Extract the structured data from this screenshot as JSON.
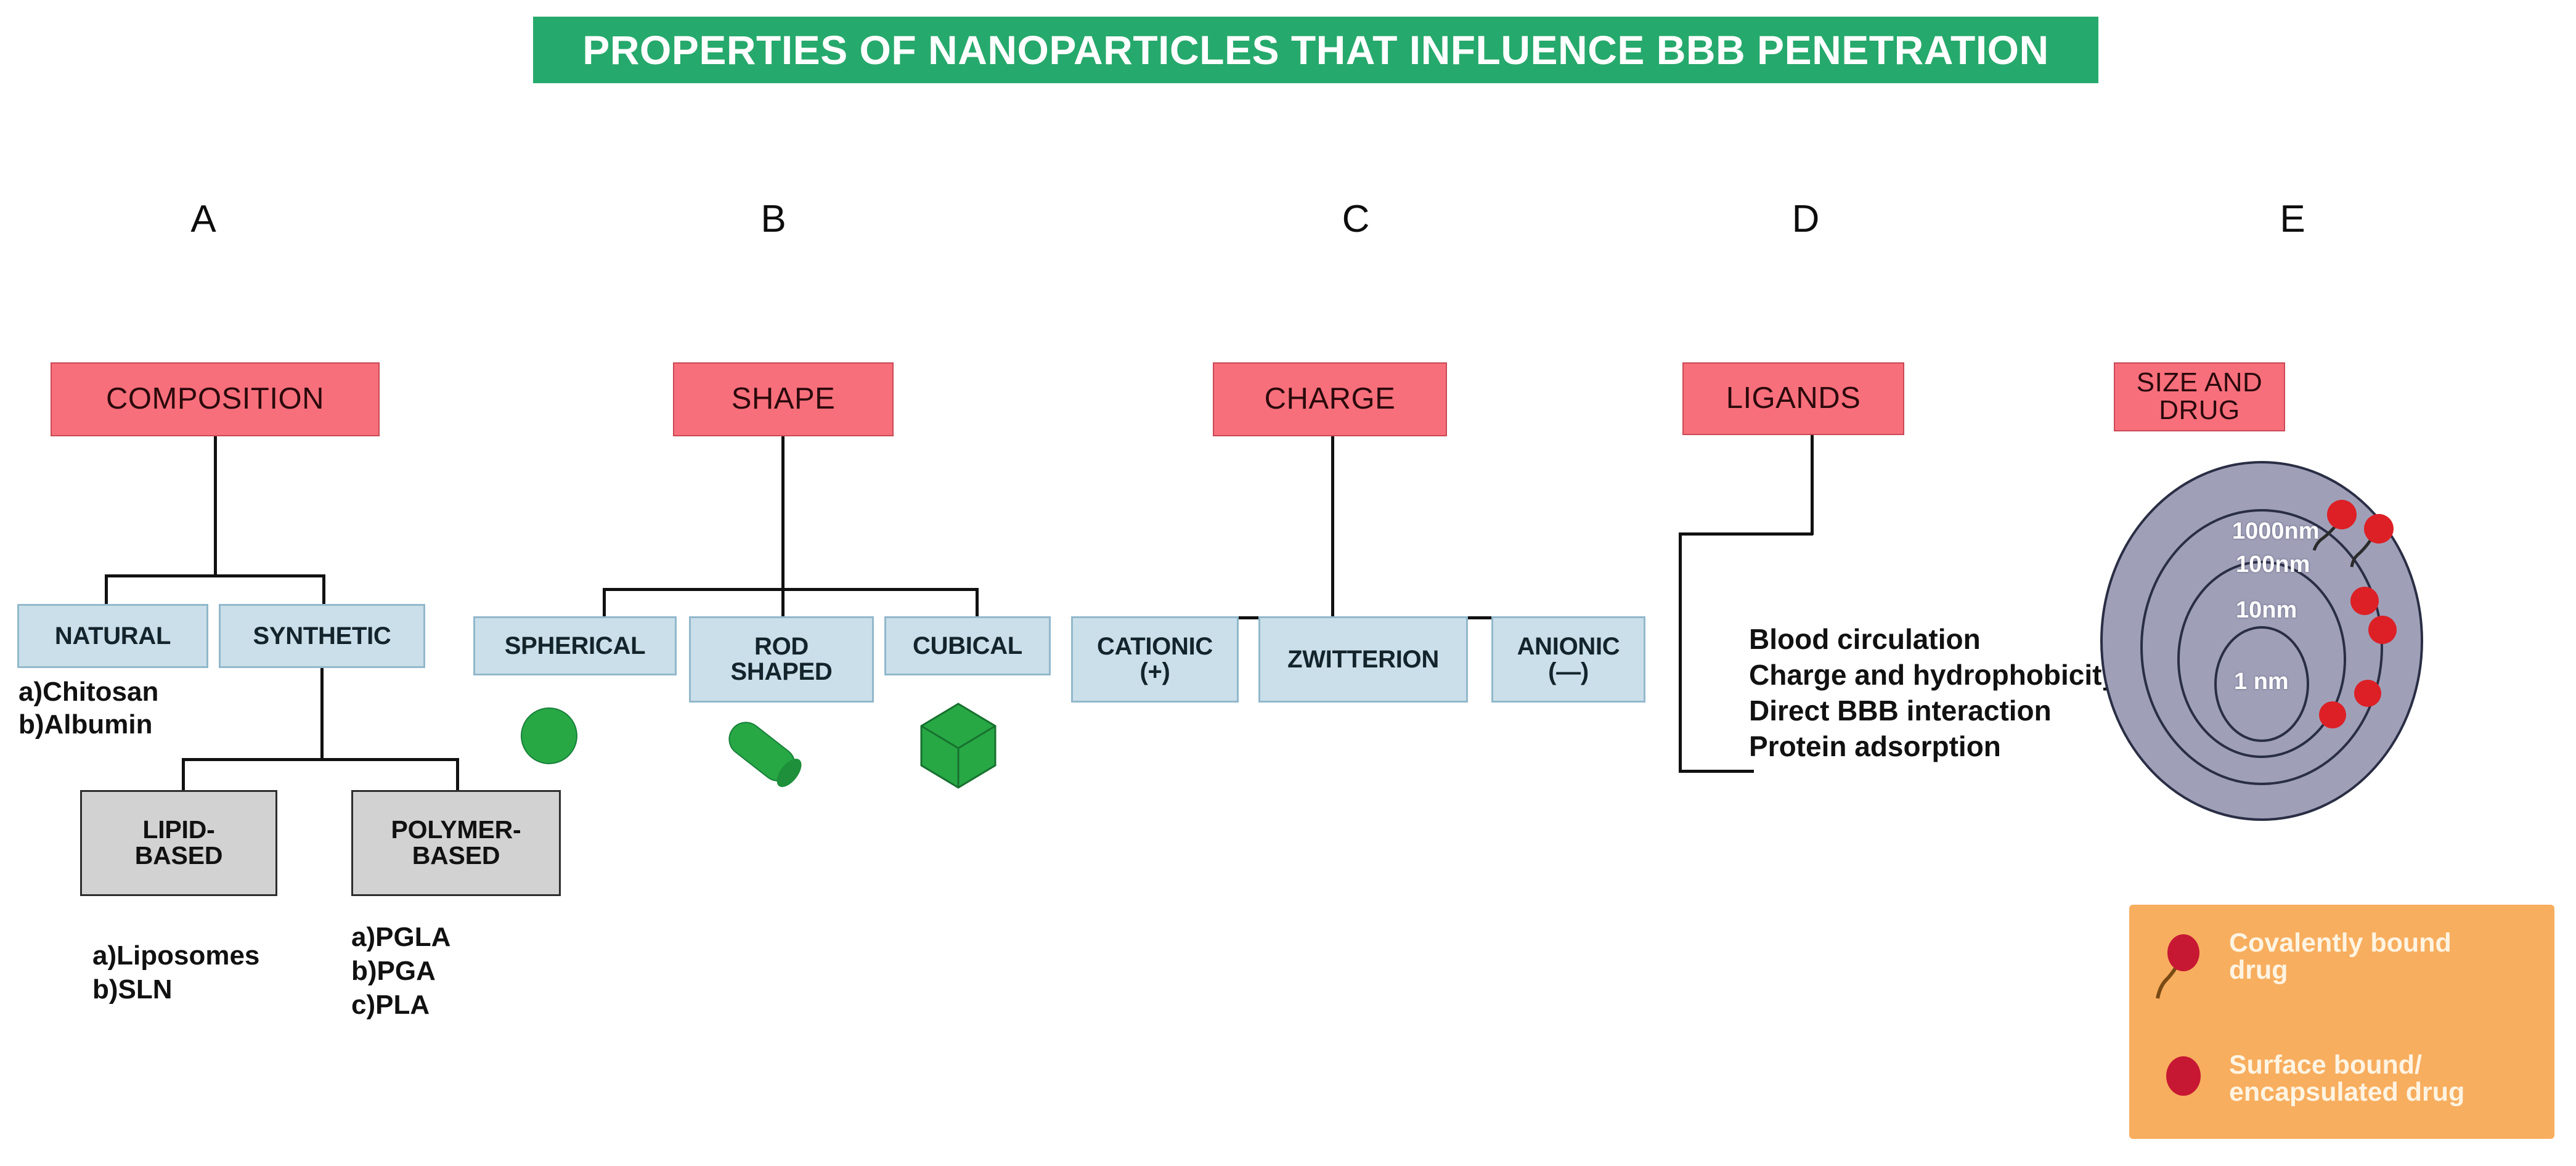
{
  "title": {
    "text": "PROPERTIES OF NANOPARTICLES THAT INFLUENCE BBB PENETRATION",
    "bg_color": "#26A96C",
    "text_color": "#FFFFFF"
  },
  "palette": {
    "header_pink": "#F86F7C",
    "sub_blue": "#CADFE9",
    "sub_gray": "#D2D2D2",
    "shape_green": "#27A845",
    "particle_gray": "#9FA0B8",
    "drug_red": "#DC2026",
    "legend_orange": "#F7AE5F"
  },
  "columns": [
    {
      "letter": "A",
      "header": "COMPOSITION",
      "children": [
        {
          "label": "NATURAL",
          "items": [
            "a)Chitosan",
            "b)Albumin"
          ]
        },
        {
          "label": "SYNTHETIC",
          "children": [
            {
              "label": "LIPID-\nBASED",
              "items": [
                "a)Liposomes",
                "b)SLN"
              ]
            },
            {
              "label": "POLYMER-\nBASED",
              "items": [
                "a)PGLA",
                "b)PGA",
                "c)PLA"
              ]
            }
          ]
        }
      ]
    },
    {
      "letter": "B",
      "header": "SHAPE",
      "children": [
        {
          "label": "SPHERICAL",
          "icon": "sphere-icon"
        },
        {
          "label": "ROD\nSHAPED",
          "icon": "rod-icon"
        },
        {
          "label": "CUBICAL",
          "icon": "cube-icon"
        }
      ]
    },
    {
      "letter": "C",
      "header": "CHARGE",
      "children": [
        {
          "label": "CATIONIC\n(+)"
        },
        {
          "label": "ZWITTERION"
        },
        {
          "label": "ANIONIC\n(—)"
        }
      ]
    },
    {
      "letter": "D",
      "header": "LIGANDS",
      "notes": [
        "Blood circulation",
        "Charge and hydrophobicity",
        "Direct BBB interaction",
        "Protein adsorption"
      ]
    },
    {
      "letter": "E",
      "header": "SIZE AND DRUG",
      "rings": [
        "1000nm",
        "100nm",
        "10nm",
        "1 nm"
      ],
      "legend": [
        {
          "marker": "covalently-bound-drug-icon",
          "label": "Covalently bound\ndrug"
        },
        {
          "marker": "surface-bound-drug-icon",
          "label": "Surface bound/\nencapsulated drug"
        }
      ]
    }
  ]
}
